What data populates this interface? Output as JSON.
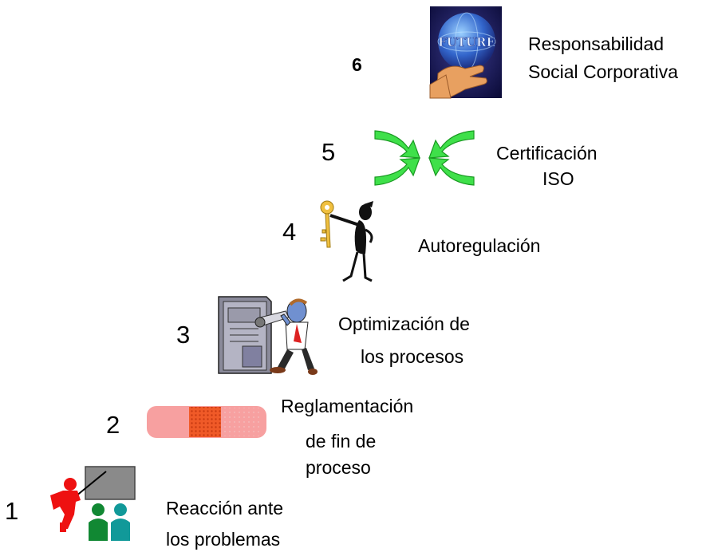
{
  "steps": [
    {
      "number": "1",
      "lines": [
        "Reacción ante",
        "los problemas"
      ],
      "icon": "teacher-icon"
    },
    {
      "number": "2",
      "lines": [
        "Reglamentación",
        "de fin de",
        "proceso"
      ],
      "icon": "bandage-icon"
    },
    {
      "number": "3",
      "lines": [
        "Optimización de",
        "los procesos"
      ],
      "icon": "machine-operator-icon"
    },
    {
      "number": "4",
      "lines": [
        "Autoregulación"
      ],
      "icon": "figure-with-key-icon"
    },
    {
      "number": "5",
      "lines": [
        "Certificación",
        "ISO"
      ],
      "icon": "converging-arrows-icon"
    },
    {
      "number": "6",
      "lines": [
        "Responsabilidad",
        "Social Corporativa"
      ],
      "icon": "hand-holding-globe-icon",
      "globe_text": "FUTURE"
    }
  ],
  "colors": {
    "arrow_green": "#3fe04a",
    "bandage_pink": "#f7a0a0",
    "bandage_pad": "#f05a28",
    "figure_red": "#ee1111",
    "person_green": "#118833",
    "person_teal": "#119999",
    "globe_blue": "#3366cc",
    "machine_gray": "#8a8a9a"
  }
}
